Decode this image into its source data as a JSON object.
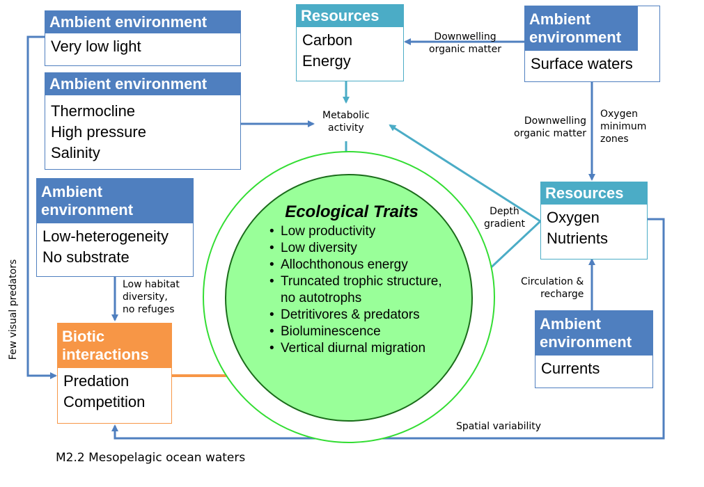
{
  "boxes": {
    "light": {
      "header": "Ambient environment",
      "lines": [
        "Very low light"
      ]
    },
    "thermocline": {
      "header": "Ambient environment",
      "lines": [
        "Thermocline",
        "High pressure",
        "Salinity"
      ]
    },
    "heterogeneity": {
      "header": "Ambient environment",
      "lines": [
        "Low-heterogeneity",
        "No substrate"
      ]
    },
    "biotic": {
      "header": "Biotic interactions",
      "lines": [
        "Predation",
        "Competition"
      ]
    },
    "resources_top": {
      "header": "Resources",
      "lines": [
        "Carbon",
        "Energy"
      ]
    },
    "surface": {
      "header": "Ambient environment",
      "lines": [
        "Surface waters"
      ]
    },
    "resources_right": {
      "header": "Resources",
      "lines": [
        "Oxygen",
        "Nutrients"
      ]
    },
    "currents": {
      "header": "Ambient environment",
      "lines": [
        "Currents"
      ]
    }
  },
  "labels": {
    "downwelling_top": [
      "Downwelling",
      "organic matter"
    ],
    "downwelling_right": [
      "Downwelling",
      "organic matter"
    ],
    "oxygen_min": [
      "Oxygen",
      "minimum",
      "zones"
    ],
    "metabolic": [
      "Metabolic",
      "activity"
    ],
    "depth_gradient": [
      "Depth",
      "gradient"
    ],
    "circulation": [
      "Circulation &",
      "recharge"
    ],
    "low_habitat": [
      "Low habitat",
      "diversity,",
      "no refuges"
    ],
    "spatial": "Spatial variability",
    "few_visual": "Few visual predators"
  },
  "traits": {
    "title": "Ecological Traits",
    "items": [
      "Low productivity",
      "Low diversity",
      "Allochthonous energy",
      "Truncated trophic structure, no autotrophs",
      "Detritivores & predators",
      "Bioluminescence",
      "Vertical diurnal migration"
    ]
  },
  "caption": "M2.2 Mesopelagic ocean waters",
  "colors": {
    "ambient": "#4f7fbf",
    "resources": "#4bacc6",
    "biotic": "#f79646",
    "traits_fill": "#99ff99",
    "ring": "#33dd33"
  }
}
